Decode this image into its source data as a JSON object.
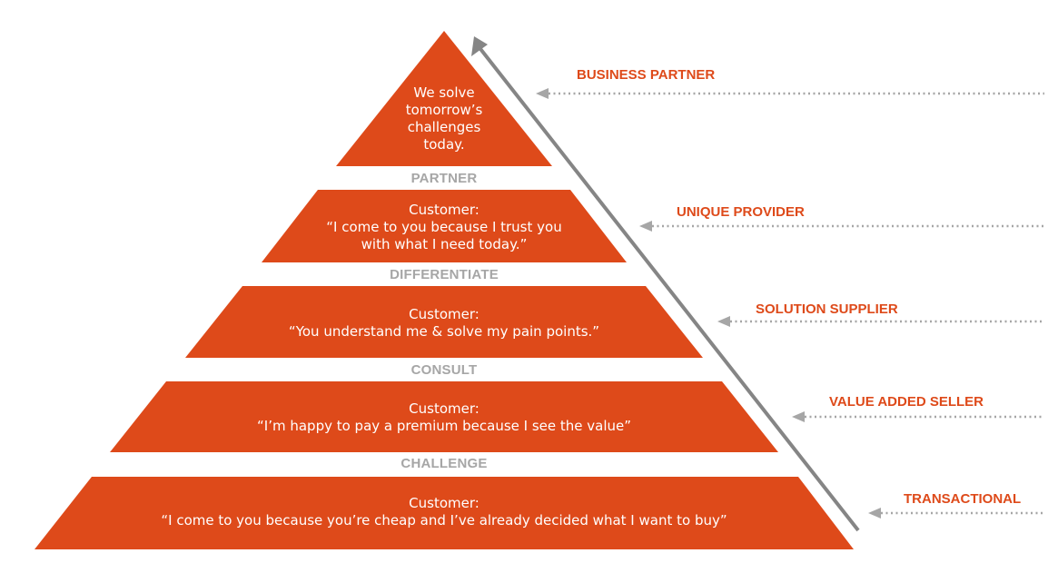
{
  "colors": {
    "tier": "#de4a1a",
    "divider_text": "#a6a6a6",
    "arrow": "#858585",
    "dotted": "#a6a6a6",
    "level_text": "#de4a1a"
  },
  "tiers": [
    {
      "lines": [
        "We solve",
        "tomorrow’s",
        "challenges",
        "today."
      ]
    },
    {
      "lines": [
        "Customer:",
        "“I come to you because I trust you",
        "with what I need today.”"
      ]
    },
    {
      "lines": [
        "Customer:",
        "“You understand me & solve my pain points.”"
      ]
    },
    {
      "lines": [
        "Customer:",
        "“I’m happy to pay a premium because I see the value”"
      ]
    },
    {
      "lines": [
        "Customer:",
        "“I come to you because you’re cheap and I’ve already decided what I want to buy”"
      ]
    }
  ],
  "dividers": [
    "PARTNER",
    "DIFFERENTIATE",
    "CONSULT",
    "CHALLENGE"
  ],
  "levels": [
    "BUSINESS PARTNER",
    "UNIQUE PROVIDER",
    "SOLUTION SUPPLIER",
    "VALUE ADDED SELLER",
    "TRANSACTIONAL"
  ]
}
